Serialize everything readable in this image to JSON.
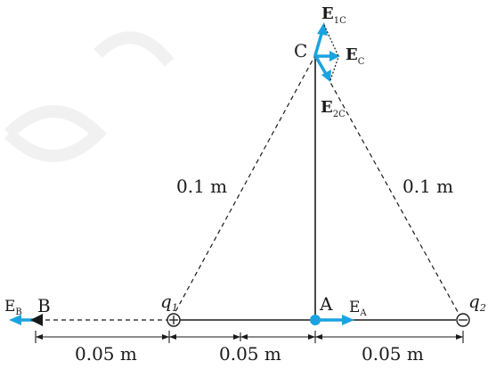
{
  "labels": {
    "point_c": "C",
    "point_a": "A",
    "point_b": "B",
    "charge_q1_letter": "q",
    "charge_q1_sub": "1",
    "charge_q2_letter": "q",
    "charge_q2_sub": "2",
    "e1c_main": "E",
    "e1c_sub": "1C",
    "ec_main": "E",
    "ec_sub": "C",
    "e2c_main": "E",
    "e2c_sub": "2C",
    "ea_main": "E",
    "ea_sub": "A",
    "eb_main": "E",
    "eb_sub": "B",
    "side_left": "0.1 m",
    "side_right": "0.1 m",
    "dim_b_q1": "0.05 m",
    "dim_q1_a": "0.05 m",
    "dim_a_q2": "0.05 m"
  },
  "charges": {
    "q1_sign": "+",
    "q2_sign": "−"
  },
  "colors": {
    "field_vector": "#1aa3e0",
    "line": "#1a1a1a"
  }
}
